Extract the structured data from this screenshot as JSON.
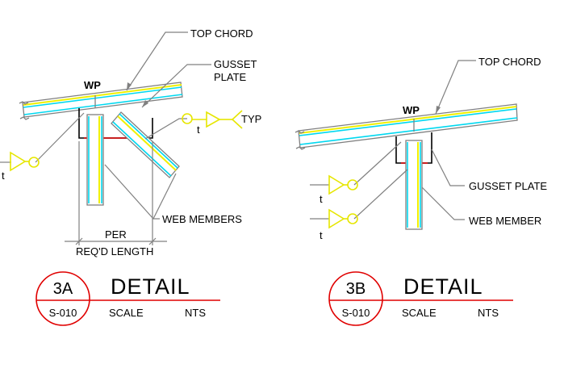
{
  "detail_a": {
    "top_chord": "TOP CHORD",
    "gusset_line1": "GUSSET",
    "gusset_line2": "PLATE",
    "wp": "WP",
    "typ": "TYP",
    "weld_t1": "t",
    "weld_t2": "t",
    "web_members": "WEB MEMBERS",
    "per": "PER",
    "reqd_length": "REQ'D LENGTH",
    "bubble_top": "3A",
    "bubble_bottom": "S-010",
    "title": "DETAIL",
    "scale_label": "SCALE",
    "scale_value": "NTS"
  },
  "detail_b": {
    "top_chord": "TOP CHORD",
    "wp": "WP",
    "gusset_plate": "GUSSET PLATE",
    "web_member": "WEB MEMBER",
    "weld_t1": "t",
    "weld_t2": "t",
    "bubble_top": "3B",
    "bubble_bottom": "S-010",
    "title": "DETAIL",
    "scale_label": "SCALE",
    "scale_value": "NTS"
  },
  "colors": {
    "member_outline": "#808080",
    "member_cyan": "#00d8f0",
    "member_yellow": "#f0f000",
    "gusset": "#000000",
    "bubble_red": "#e00000",
    "weld_symbol": "#e6e600"
  },
  "icons": {
    "weld": "fillet-weld-symbol-icon",
    "bubble": "detail-bubble-icon"
  }
}
